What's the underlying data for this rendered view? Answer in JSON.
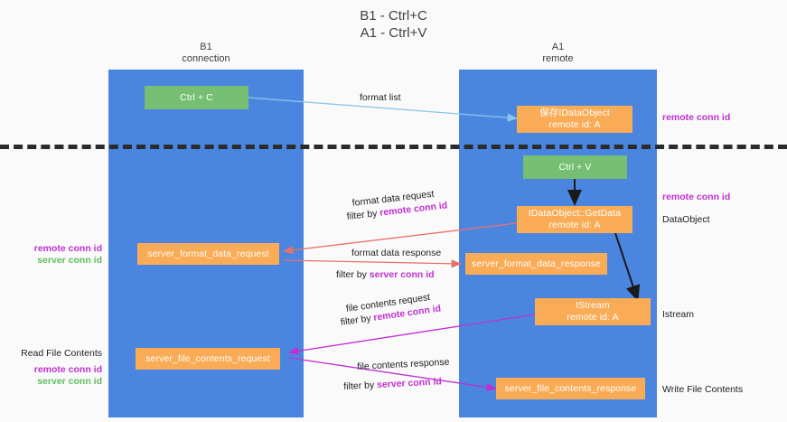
{
  "diagram": {
    "title_line1": "B1 - Ctrl+C",
    "title_line2": "A1 - Ctrl+V",
    "columns": [
      {
        "id": "b1",
        "name": "B1",
        "role": "connection"
      },
      {
        "id": "a1",
        "name": "A1",
        "role": "remote"
      }
    ],
    "colors": {
      "background": "#fafafa",
      "column": "#4a86e0",
      "node_orange": "#f9ab55",
      "node_green": "#76bf72",
      "key_purple": "#c030d0",
      "key_green": "#5fbf5f",
      "divider": "#2b2b2b",
      "arrow_format_list": "#8ec5e8",
      "arrow_format_data": "#e8706a",
      "arrow_file_contents": "#c030d0",
      "arrow_internal": "#1a1a1a"
    },
    "nodes": {
      "ctrl_c": {
        "label": "Ctrl + C",
        "kind": "green",
        "column": "b1"
      },
      "save_idataobject": {
        "line1": "保存IDataObject",
        "line2": "remote id: A",
        "kind": "orange",
        "column": "a1"
      },
      "ctrl_v": {
        "label": "Ctrl + V",
        "kind": "green",
        "column": "a1"
      },
      "idataobject_getdata": {
        "line1": "IDataObject::GetData",
        "line2": "remote id: A",
        "kind": "orange",
        "column": "a1"
      },
      "server_format_data_request": {
        "label": "server_format_data_request",
        "kind": "orange",
        "column": "b1"
      },
      "server_format_data_response": {
        "label": "server_format_data_response",
        "kind": "orange",
        "column": "a1"
      },
      "istream": {
        "line1": "IStream",
        "line2": "remote id: A",
        "kind": "orange",
        "column": "a1"
      },
      "server_file_contents_request": {
        "label": "server_file_contents_request",
        "kind": "orange",
        "column": "b1"
      },
      "server_file_contents_response": {
        "label": "server_file_contents_response",
        "kind": "orange",
        "column": "a1"
      }
    },
    "edge_labels": {
      "format_list": "format list",
      "format_data_request": "format data request",
      "format_data_request_filter_prefix": "filter by ",
      "format_data_request_filter_key": "remote conn id",
      "format_data_response": "format data response",
      "format_data_response_filter_prefix": "filter by ",
      "format_data_response_filter_key": "server conn id",
      "file_contents_request": "file contents request",
      "file_contents_request_filter_prefix": "filter by ",
      "file_contents_request_filter_key": "remote conn id",
      "file_contents_response": "file contents response",
      "file_contents_response_filter_prefix": "filter by ",
      "file_contents_response_filter_key": "server conn id"
    },
    "left_annotations": {
      "format_data_remote_key": "remote conn id",
      "format_data_server_key": "server conn id",
      "read_file_contents": "Read File Contents",
      "file_contents_remote_key": "remote conn id",
      "file_contents_server_key": "server conn id"
    },
    "right_annotations": {
      "top_remote_key": "remote conn id",
      "getdata_remote_key": "remote conn id",
      "dataobject": "DataObject",
      "istream": "Istream",
      "write_file_contents": "Write File Contents"
    }
  }
}
